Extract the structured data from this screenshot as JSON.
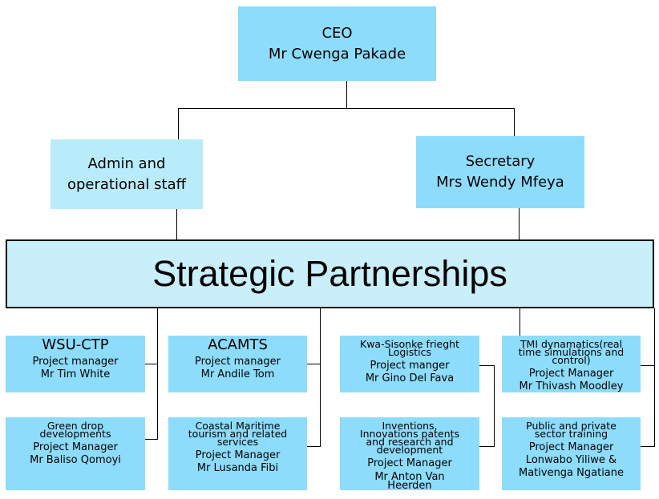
{
  "ceo": {
    "role": "CEO",
    "name": "Mr Cwenga Pakade"
  },
  "admin": {
    "line1": "Admin and",
    "line2": "operational staff"
  },
  "secretary": {
    "role": "Secretary",
    "name": "Mrs Wendy Mfeya"
  },
  "strategic": {
    "title": "Strategic Partnerships"
  },
  "partners": [
    {
      "title": "WSU-CTP",
      "role": "Project manager",
      "name": "Mr Tim White"
    },
    {
      "title_lines": [
        "Green drop",
        "developments"
      ],
      "role": "Project Manager",
      "name": "Mr Baliso Qomoyi"
    },
    {
      "title": "ACAMTS",
      "role": "Project manager",
      "name": "Mr Andile Tom"
    },
    {
      "title_lines": [
        "Coastal Maritime",
        "tourism and related",
        "services"
      ],
      "role": "Project Manager",
      "name": "Mr Lusanda Fibi"
    },
    {
      "title_lines": [
        "Kwa-Sisonke frieght",
        "Logistics"
      ],
      "role": "Project manger",
      "name": "Mr Gino Del Fava"
    },
    {
      "title_lines": [
        "Inventions,",
        "Innovations patents",
        "and research and",
        "development"
      ],
      "role": "Project Manager",
      "name_lines": [
        "Mr Anton Van",
        "Heerden"
      ]
    },
    {
      "title_lines": [
        "TMI dynamatics(real",
        "time simulations and",
        "control)"
      ],
      "role": "Project Manager",
      "name": "Mr Thivash Moodley"
    },
    {
      "title_lines": [
        "Public and private",
        "sector training"
      ],
      "role": "Project Manager",
      "name_lines": [
        "Lonwabo Yiliwe &",
        "Mativenga Ngatiane"
      ]
    }
  ]
}
